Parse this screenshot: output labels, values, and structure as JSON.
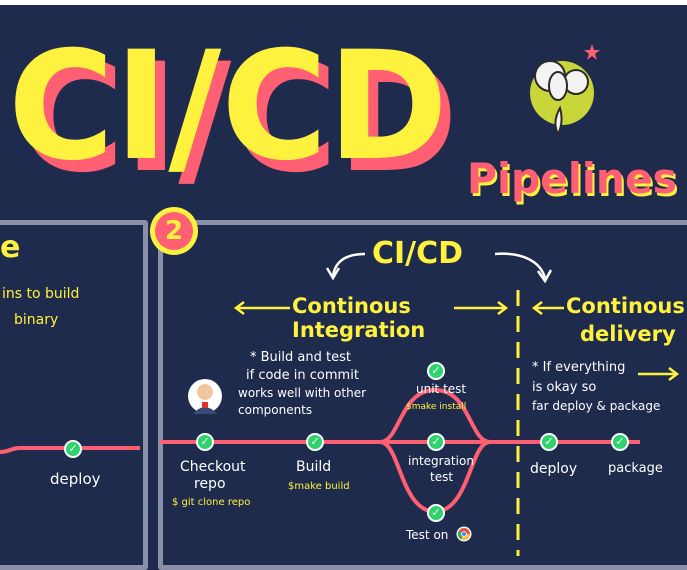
{
  "title": "CI/CD",
  "subtitle": "Pipelines",
  "left_panel": {
    "heading_fragment": "e",
    "line1": "ins to build",
    "line2": "binary",
    "step_label": "deploy"
  },
  "badge_number": "2",
  "diagram_title": "CI/CD",
  "ci": {
    "title_line1": "Continous",
    "title_line2": "Integration",
    "note_line1": "* Build and test",
    "note_line2": "if code in commit",
    "note_line3": "works well with other",
    "note_line4": "components"
  },
  "cd": {
    "title_line1": "Continous",
    "title_line2": "delivery",
    "note_line1": "* If everything",
    "note_line2": "is okay so",
    "note_line3": "far deploy & package"
  },
  "steps": {
    "checkout_line1": "Checkout",
    "checkout_line2": "repo",
    "checkout_cmd": "$ git clone repo",
    "build": "Build",
    "build_cmd": "$make build",
    "unit_test": "unit test",
    "unit_test_cmd": "$make install",
    "integration_line1": "integration",
    "integration_line2": "test",
    "test_on": "Test on",
    "deploy": "deploy",
    "package": "package"
  },
  "colors": {
    "background": "#1f2b4d",
    "yellow": "#fff23e",
    "red": "#ff5f73",
    "green": "#2fd26b",
    "panel_border": "#8a90a8"
  }
}
